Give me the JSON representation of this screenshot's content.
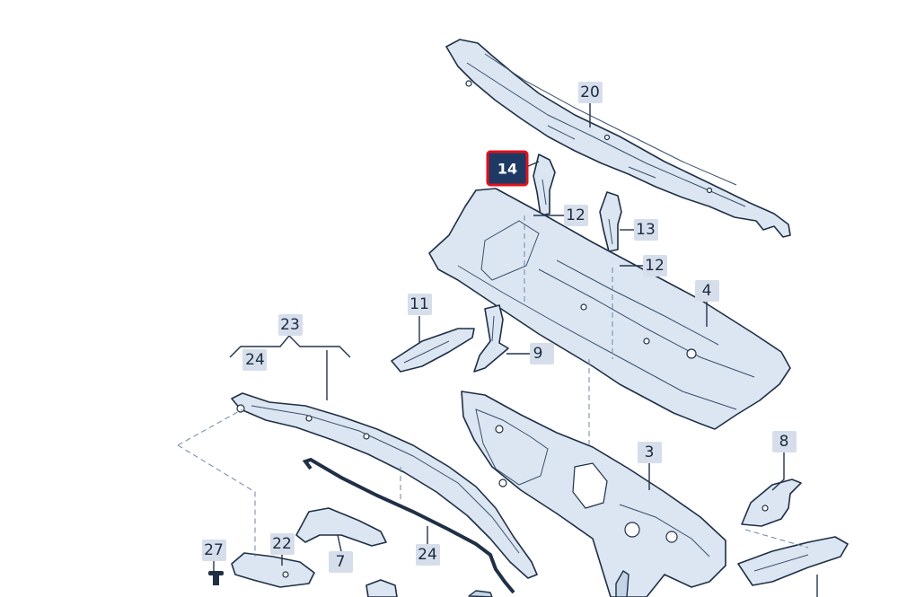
{
  "callouts": {
    "c20": "20",
    "c14": "14",
    "c12a": "12",
    "c13": "13",
    "c12b": "12",
    "c4": "4",
    "c11": "11",
    "c9": "9",
    "c23": "23",
    "c24a": "24",
    "c3": "3",
    "c8": "8",
    "c27": "27",
    "c22": "22",
    "c7": "7",
    "c24b": "24"
  },
  "highlighted_callout": "14",
  "colors": {
    "highlight_fill": "#1e3a64",
    "highlight_border": "#e0101b",
    "label_background": "#d6deec",
    "part_fill": "#dbe6f2"
  }
}
